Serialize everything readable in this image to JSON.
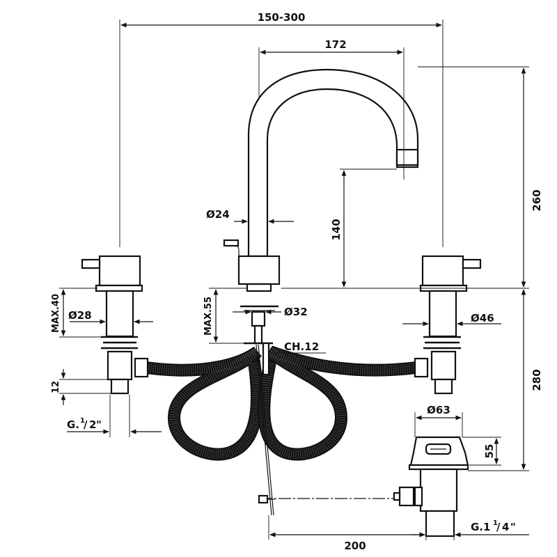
{
  "dimensions": {
    "spread": "150-300",
    "spout_reach": "172",
    "spout_height": "260",
    "spout_clearance": "140",
    "spout_diameter": "Ø24",
    "handle_diameter": "Ø28",
    "max_thickness_left": "MAX.40",
    "max_thickness_center": "MAX.55",
    "base_diameter": "Ø32",
    "wrench": "CH.12",
    "handle_base_diameter": "Ø46",
    "tail_length": "12",
    "connection_prefix": "G.",
    "connection_num": "1",
    "connection_den": "2",
    "connection_suffix": "\"",
    "below_deck": "280",
    "drain_diameter": "Ø63",
    "drain_height": "55",
    "drain_connection_prefix": "G.1",
    "drain_connection_num": "1",
    "drain_connection_den": "4",
    "drain_connection_suffix": "\"",
    "pop_up_rod": "200"
  },
  "colors": {
    "line": "#111111",
    "background": "#ffffff"
  }
}
